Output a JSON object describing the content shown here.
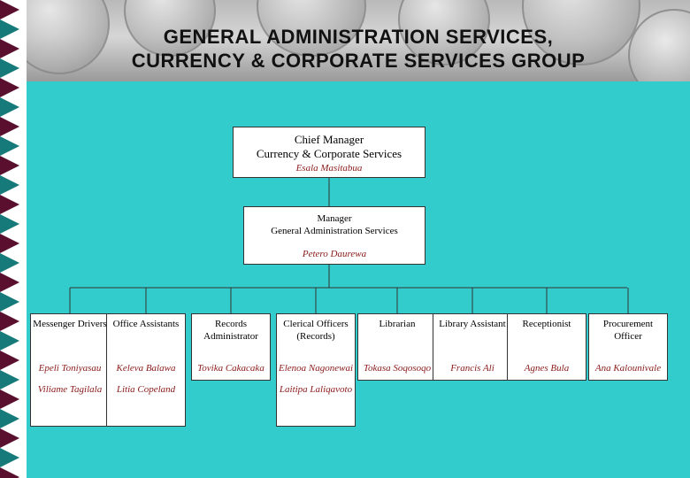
{
  "header": {
    "title_line1": "GENERAL ADMINISTRATION SERVICES,",
    "title_line2": "CURRENCY & CORPORATE SERVICES GROUP"
  },
  "chief": {
    "title_line1": "Chief Manager",
    "title_line2": "Currency & Corporate Services",
    "name": "Esala Masitabua"
  },
  "manager": {
    "title_line1": "Manager",
    "title_line2": "General Administration Services",
    "name": "Petero Daurewa"
  },
  "staff": [
    {
      "role": "Messenger Drivers",
      "names": [
        "Epeli Toniyasau",
        "Viliame Tagilala"
      ]
    },
    {
      "role": "Office Assistants",
      "names": [
        "Keleva Balawa",
        "Litia Copeland"
      ]
    },
    {
      "role": "Records Administrator",
      "names": [
        "Tovika Cakacaka"
      ]
    },
    {
      "role": "Clerical Officers (Records)",
      "names": [
        "Elenoa Nagonewai",
        "Laitipa Laliqavoto"
      ]
    },
    {
      "role": "Librarian",
      "names": [
        "Tokasa Soqosoqo"
      ]
    },
    {
      "role": "Library Assistant",
      "names": [
        "Francis Ali"
      ]
    },
    {
      "role": "Receptionist",
      "names": [
        "Agnes Bula"
      ]
    },
    {
      "role": "Procurement Officer",
      "names": [
        "Ana Kalounivale"
      ]
    }
  ],
  "colors": {
    "background": "#33cccc",
    "name_text": "#8b1a1a",
    "strip_dark": "#5b0f2e",
    "strip_teal": "#167a7a"
  }
}
